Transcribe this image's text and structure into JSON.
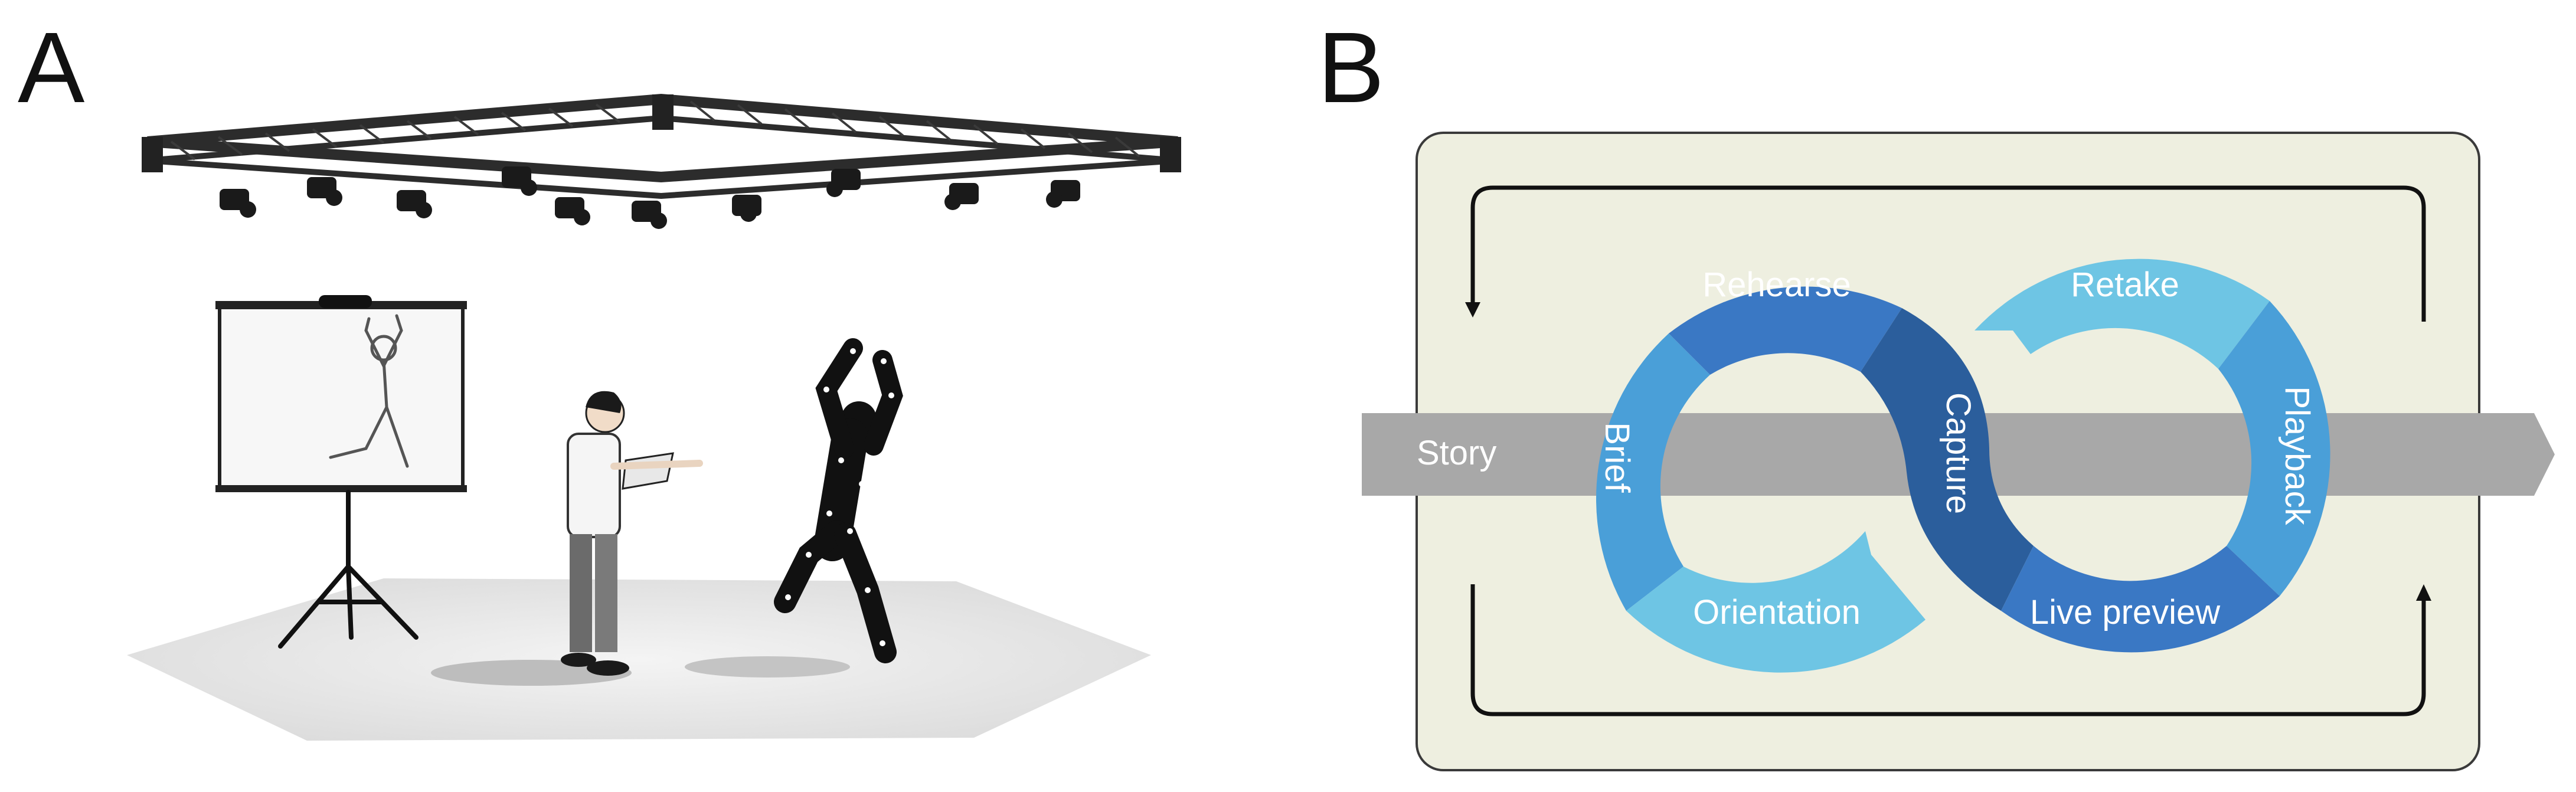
{
  "panels": {
    "a": {
      "letter": "A"
    },
    "b": {
      "letter": "B"
    }
  },
  "cycle": {
    "axis_label": "Story",
    "left_loop": [
      "Rehearse",
      "Brief",
      "Orientation"
    ],
    "center": "Capture",
    "right_loop": [
      "Retake",
      "Playback",
      "Live preview"
    ]
  },
  "colors": {
    "background_box": "#eeefe0",
    "arrow_band": "#a8a8a8",
    "dark_blue": "#2b5e9c",
    "mid_blue": "#3a78c4",
    "light_blue": "#4a9fd8",
    "pale_blue": "#6ec5e4",
    "text_white": "#ffffff"
  },
  "icons": [
    "truss-rig",
    "camera-icon",
    "projection-screen",
    "director-figure",
    "performer-figure"
  ]
}
